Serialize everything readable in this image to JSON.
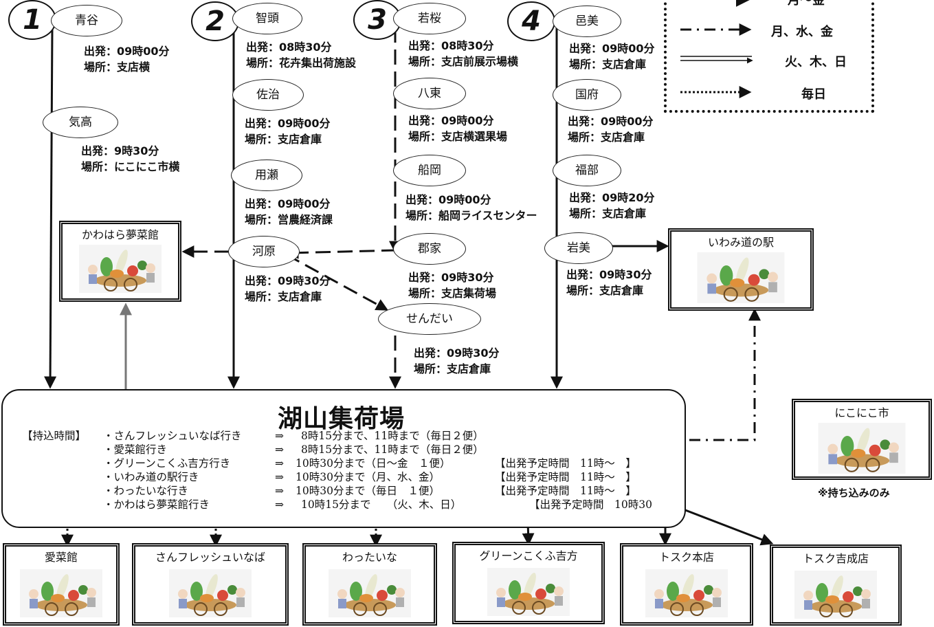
{
  "routes": [
    {
      "num": "1",
      "stops": [
        {
          "name": "青谷",
          "depart": "出発：09時00分",
          "place": "場所：支店横"
        },
        {
          "name": "気高",
          "depart": "出発：9時30分",
          "place": "場所：にこにこ市横"
        }
      ]
    },
    {
      "num": "2",
      "stops": [
        {
          "name": "智頭",
          "depart": "出発：08時30分",
          "place": "場所：花卉集出荷施設"
        },
        {
          "name": "佐治",
          "depart": "出発：09時00分",
          "place": "場所：支店倉庫"
        },
        {
          "name": "用瀬",
          "depart": "出発：09時00分",
          "place": "場所：営農経済課"
        },
        {
          "name": "河原",
          "depart": "出発：09時30分",
          "place": "場所：支店倉庫"
        }
      ]
    },
    {
      "num": "3",
      "stops": [
        {
          "name": "若桜",
          "depart": "出発：08時30分",
          "place": "場所：支店前展示場横"
        },
        {
          "name": "八東",
          "depart": "出発：09時00分",
          "place": "場所：支店横選果場"
        },
        {
          "name": "船岡",
          "depart": "出発：09時00分",
          "place": "場所：船岡ライスセンター"
        },
        {
          "name": "郡家",
          "depart": "出発：09時30分",
          "place": "場所：支店集荷場"
        },
        {
          "name": "せんだい",
          "depart": "出発：09時30分",
          "place": "場所：支店倉庫"
        }
      ]
    },
    {
      "num": "4",
      "stops": [
        {
          "name": "邑美",
          "depart": "出発：09時00分",
          "place": "場所：支店倉庫"
        },
        {
          "name": "国府",
          "depart": "出発：09時00分",
          "place": "場所：支店倉庫"
        },
        {
          "name": "福部",
          "depart": "出発：09時20分",
          "place": "場所：支店倉庫"
        },
        {
          "name": "岩美",
          "depart": "出発：09時30分",
          "place": "場所：支店倉庫"
        }
      ]
    }
  ],
  "legend": [
    {
      "label": "月～金"
    },
    {
      "label": "月、水、金"
    },
    {
      "label": "火、木、日"
    },
    {
      "label": "毎日"
    }
  ],
  "hub": {
    "title": "湖山集荷場",
    "bring_in_label": "【持込時間】",
    "rows": [
      {
        "dest": "・さんフレッシュいなば行き",
        "arrow": "⇒",
        "time": "8時15分まで、11時まで（毎日２便）",
        "depart": ""
      },
      {
        "dest": "・愛菜館行き",
        "arrow": "⇒",
        "time": "8時15分まで、11時まで（毎日２便）",
        "depart": ""
      },
      {
        "dest": "・グリーンこくふ吉方行き",
        "arrow": "⇒",
        "time": "10時30分まで（日～金　１便）",
        "depart": "【出発予定時間　11時～　】"
      },
      {
        "dest": "・いわみ道の駅行き",
        "arrow": "⇒",
        "time": "10時30分まで（月、水、金）",
        "depart": "【出発予定時間　11時～　】"
      },
      {
        "dest": "・わったいな行き",
        "arrow": "⇒",
        "time": "10時30分まで（毎日　１便）",
        "depart": "【出発予定時間　11時～　】"
      },
      {
        "dest": "・かわはら夢菜館行き",
        "arrow": "⇒",
        "time": "10時15分まで　　（火、木、日）",
        "depart": "【出発予定時間　10時30"
      }
    ]
  },
  "destinations": {
    "kawahara": "かわはら夢菜館",
    "iwami": "いわみ道の駅",
    "nikoniko": "にこにこ市",
    "aisaikan": "愛菜館",
    "sanfresh": "さんフレッシュいなば",
    "wattaina": "わったいな",
    "greenkokufu": "グリーンこくふ吉方",
    "tosuku_honten": "トスク本店",
    "tosuku_yoshinari": "トスク吉成店"
  },
  "note": "※持ち込みのみ"
}
